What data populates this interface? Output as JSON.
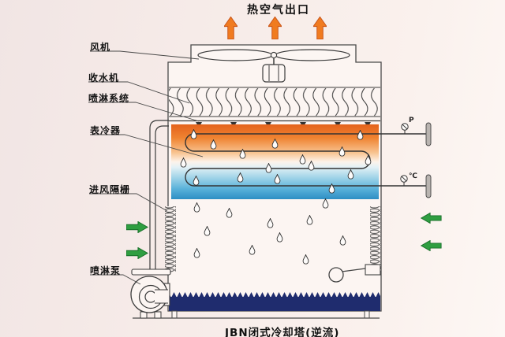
{
  "title": "热空气出口",
  "caption": "JBN闭式冷却塔(逆流)",
  "labels": {
    "fan": "风机",
    "water_collector": "收水机",
    "spray_system": "喷淋系统",
    "surface_cooler": "表冷器",
    "air_inlet_grille": "进风隔栅",
    "spray_pump": "喷淋泵"
  },
  "gauges": {
    "pressure": "P",
    "temperature": "℃"
  },
  "icons": {
    "hot_air_arrow": "up-arrow",
    "air_inlet_arrow": "inward-arrow",
    "water_drop": "teardrop"
  },
  "colors": {
    "background": "#f5eae7",
    "hot_air_arrow": "#f07b20",
    "air_inlet_arrow": "#2f9e41",
    "basin_water": "#1f2c6e",
    "coil_hot": "#e4621c",
    "coil_cold": "#2e8ec4",
    "line": "#3b3b3b"
  }
}
